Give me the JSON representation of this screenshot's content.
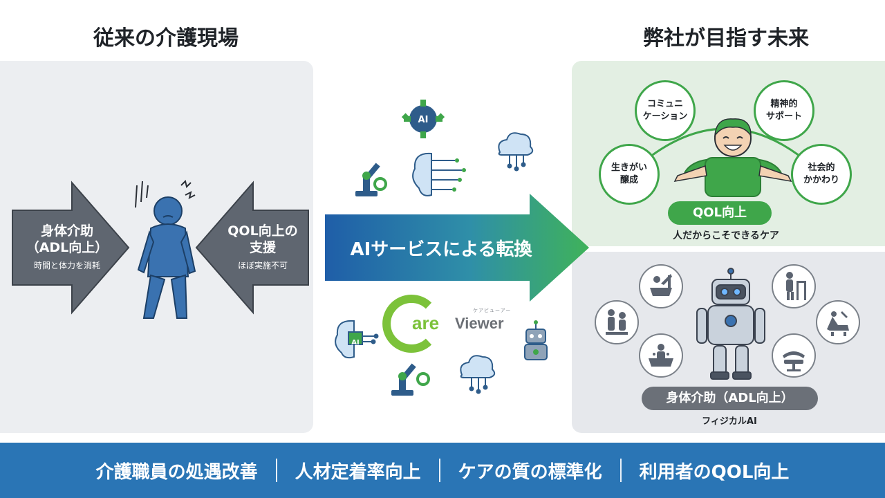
{
  "left": {
    "title": "従来の介護現場",
    "arrow_left": {
      "label": "身体介助\n（ADL向上）",
      "sub": "時間と体力を消耗"
    },
    "arrow_right": {
      "label": "QOL向上の\n支援",
      "sub": "ほぼ実施不可"
    }
  },
  "center": {
    "transform_label": "AIサービスによる転換",
    "logo": {
      "care": "are",
      "viewer": "Viewer",
      "kana": "ケアビューアー",
      "ai_badge": "AI"
    }
  },
  "right": {
    "title": "弊社が目指す未来",
    "top": {
      "bubbles": [
        {
          "id": "comm",
          "label": "コミュニ\nケーション"
        },
        {
          "id": "mental",
          "label": "精神的\nサポート"
        },
        {
          "id": "ikigai",
          "label": "生きがい\n醸成"
        },
        {
          "id": "social",
          "label": "社会的\nかかわり"
        }
      ],
      "pill": "QOL向上",
      "caption": "人だからこそできるケア"
    },
    "bottom": {
      "pill": "身体介助（ADL向上）",
      "caption": "フィジカルAI",
      "icons": [
        "transfer-assist-icon",
        "bathing-icon",
        "walker-icon",
        "excretion-icon",
        "care-bed-icon",
        "massage-icon"
      ]
    }
  },
  "bottom_bar": {
    "items": [
      "介護職員の処遇改善",
      "人材定着率向上",
      "ケアの質の標準化",
      "利用者のQOL向上"
    ]
  },
  "colors": {
    "green": "#3fa64a",
    "blue": "#2a75b5",
    "arrow_gray": "#5f6670",
    "figure_blue": "#3a72b0",
    "logo_green": "#7cc23a"
  }
}
